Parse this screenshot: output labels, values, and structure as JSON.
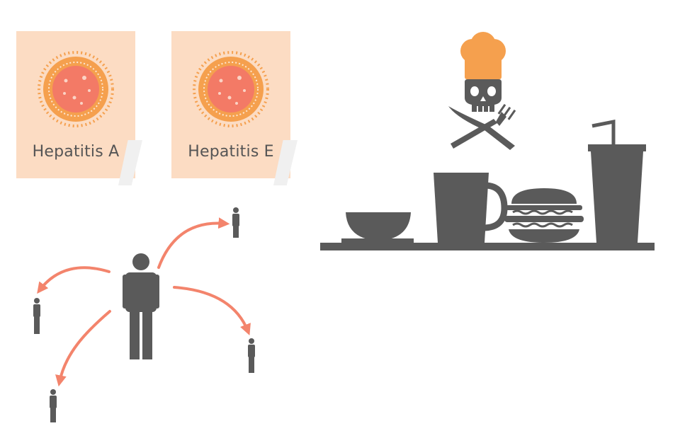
{
  "virus_cards": [
    {
      "label": "Hepatitis A"
    },
    {
      "label": "Hepatitis E"
    }
  ],
  "colors": {
    "card_background": "#fcdcc3",
    "virus_outer": "#f5a04e",
    "virus_core": "#f37a66",
    "arrow": "#f3846c",
    "figure": "#5a5a5a",
    "chef_hat": "#f5a04e"
  },
  "icons": [
    "virus-icon",
    "person-icon",
    "spread-arrow",
    "chef-hat-icon",
    "skull-icon",
    "knife-icon",
    "fork-icon",
    "bowl-icon",
    "mug-icon",
    "burger-icon",
    "drink-cup-icon"
  ]
}
